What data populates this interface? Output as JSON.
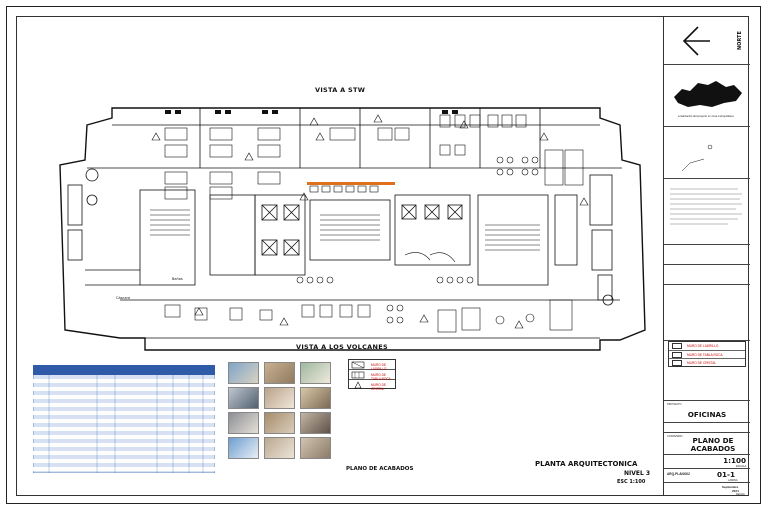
{
  "plan": {
    "view_north": "VISTA A STW",
    "view_south": "VISTA A LOS VOLCANES",
    "sheet_title": "PLANO DE ACABADOS",
    "room_labels": [
      "Baños",
      "Cáscara"
    ]
  },
  "legend": {
    "items": [
      {
        "label": "MURO DE LADRILLO"
      },
      {
        "label": "MURO DE TABLA ROCA"
      },
      {
        "label": "MURO DE CRISTAL"
      }
    ]
  },
  "planta": {
    "line1": "PLANTA ARQUITECTONICA",
    "line2": "NIVEL 3",
    "line3": "ESC 1:100"
  },
  "title_block": {
    "north_label": "NORTE",
    "location_caption": "Localización del proyecto en zona metropolitana",
    "proyecto_label": "PROYECTO",
    "proyecto_value": "OFICINAS",
    "plano_label": "CONTENIDO",
    "plano_value_1": "PLANO DE",
    "plano_value_2": "ACABADOS",
    "scale_value": "1:100",
    "scale_label": "ESCALA",
    "sheet_code": "ARQ-PLANO02",
    "sheet_num": "01-1",
    "sheet_num_label": "LAMINA",
    "date_value": "Septiembre",
    "date_year": "2024",
    "date_label": "FECHA"
  },
  "right_legend": {
    "items": [
      {
        "label": "MURO DE LADRILLO"
      },
      {
        "label": "MURO DE TABLA ROCA"
      },
      {
        "label": "MURO DE CRISTAL"
      }
    ]
  },
  "colors": {
    "table_header": "#2e5aa8",
    "table_row_a": "#d7e1f3",
    "table_row_b": "#ffffff",
    "legend_red": "#cc0000",
    "accent_orange": "#e0711c"
  }
}
